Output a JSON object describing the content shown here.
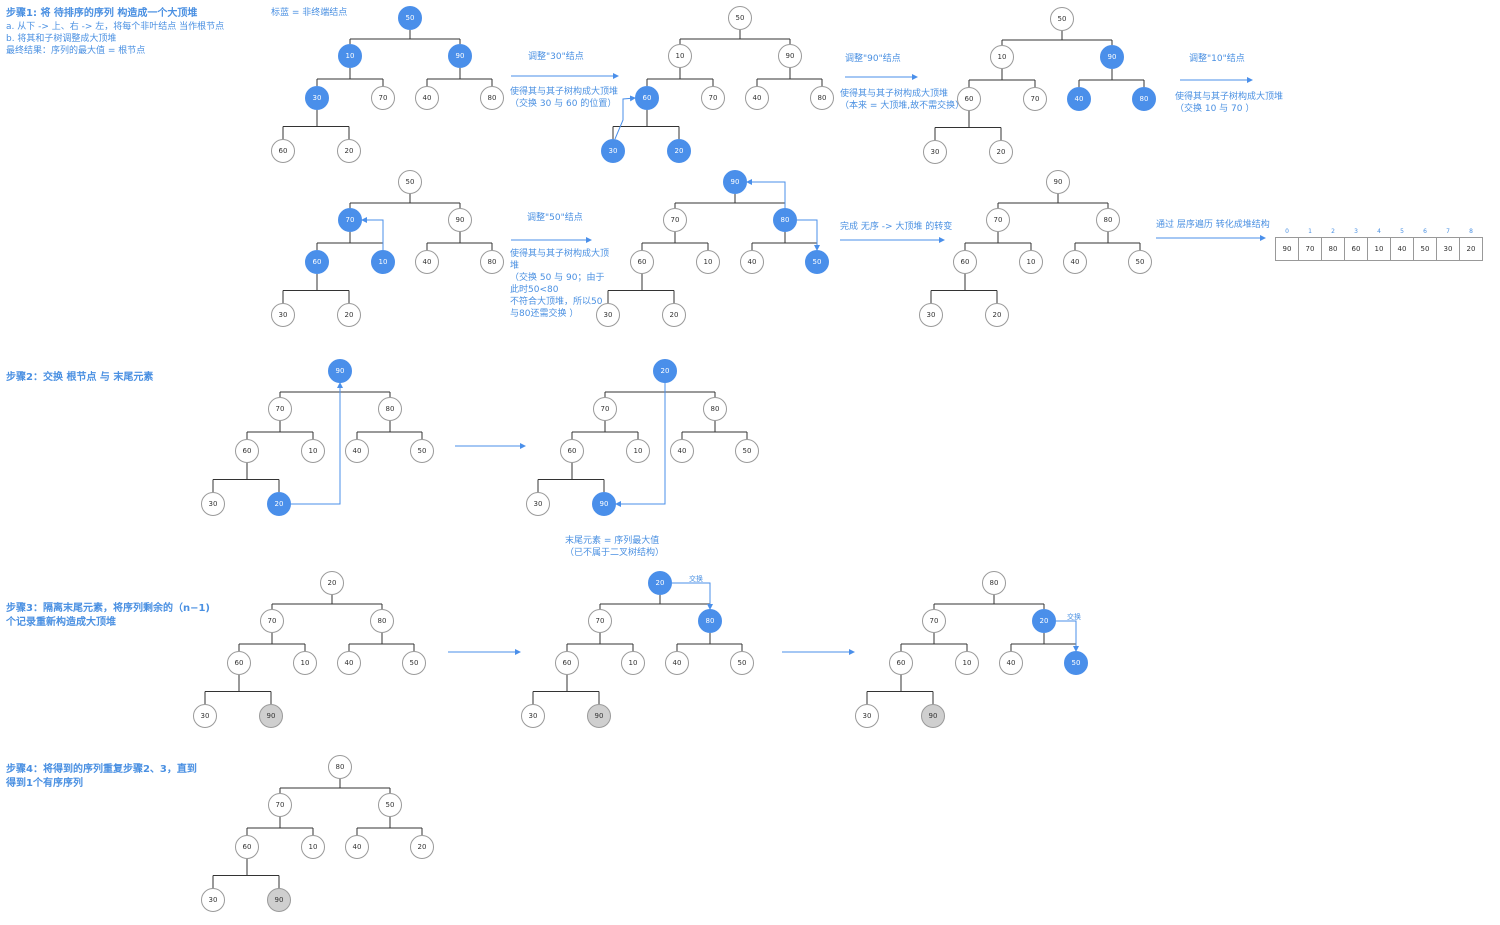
{
  "steps": {
    "s1_title": "步骤1: 将 待排序的序列 构造成一个大顶堆",
    "s1_a": "a. 从下 -> 上、右 -> 左，将每个非叶结点 当作根节点",
    "s1_b": "b. 将其和子树调整成大顶堆",
    "s1_result": "最终结果：序列的最大值 = 根节点",
    "s2_title": "步骤2：交换 根节点 与 末尾元素",
    "s3_title_1": "步骤3：隔离末尾元素，将序列剩余的（n−1)",
    "s3_title_2": "个记录重新构造成大顶堆",
    "s4_title_1": "步骤4：将得到的序列重复步骤2、3，直到",
    "s4_title_2": "得到1个有序序列"
  },
  "notes": {
    "legend": "标蓝 = 非终端结点",
    "adj30_title": "调整\"30\"结点",
    "adj30_d1": "使得其与其子树构成大顶堆",
    "adj30_d2": "（交换 30 与 60 的位置）",
    "adj90_title": "调整\"90\"结点",
    "adj90_d1": "使得其与其子树构成大顶堆",
    "adj90_d2": "（本来 = 大顶堆,故不需交换）",
    "adj10_title": "调整\"10\"结点",
    "adj10_d1": "使得其与其子树构成大顶堆",
    "adj10_d2": "（交换 10 与 70 ）",
    "adj50_title": "调整\"50\"结点",
    "adj50_d1": "使得其与其子树构成大顶",
    "adj50_d2": "堆",
    "adj50_d3": "（交换 50 与 90；由于",
    "adj50_d4": "此时50<80",
    "adj50_d5": "不符合大顶堆，所以50",
    "adj50_d6": "与80还需交换 ）",
    "done": "完成 无序 -> 大顶堆 的转变",
    "level_order": "通过 层序遍历 转化成堆结构",
    "tail_1": "末尾元素 = 序列最大值",
    "tail_2": "（已不属于二叉树结构）",
    "swap_a": "交换",
    "swap_b": "交换"
  },
  "array": {
    "indices": [
      "0",
      "1",
      "2",
      "3",
      "4",
      "5",
      "6",
      "7",
      "8"
    ],
    "values": [
      "90",
      "70",
      "80",
      "60",
      "10",
      "40",
      "50",
      "30",
      "20"
    ]
  },
  "colors": {
    "accent": "#4a8fea",
    "gray_node": "#cfcfcf",
    "line": "#333333"
  },
  "trees": [
    {
      "id": "t1",
      "v": [
        "50",
        "10",
        "90",
        "30",
        "70",
        "40",
        "80",
        "60",
        "20"
      ],
      "hl": [
        0,
        1,
        2,
        3
      ],
      "gray": []
    },
    {
      "id": "t2",
      "v": [
        "50",
        "10",
        "90",
        "60",
        "70",
        "40",
        "80",
        "30",
        "20"
      ],
      "hl": [
        3,
        7,
        8
      ],
      "gray": []
    },
    {
      "id": "t3",
      "v": [
        "50",
        "10",
        "90",
        "60",
        "70",
        "40",
        "80",
        "30",
        "20"
      ],
      "hl": [
        2,
        5,
        6
      ],
      "gray": []
    },
    {
      "id": "t4",
      "v": [
        "50",
        "70",
        "90",
        "60",
        "10",
        "40",
        "80",
        "30",
        "20"
      ],
      "hl": [
        1,
        3,
        4
      ],
      "gray": []
    },
    {
      "id": "t5",
      "v": [
        "90",
        "70",
        "80",
        "60",
        "10",
        "40",
        "50",
        "30",
        "20"
      ],
      "hl": [
        0,
        2,
        6
      ],
      "gray": []
    },
    {
      "id": "t6",
      "v": [
        "90",
        "70",
        "80",
        "60",
        "10",
        "40",
        "50",
        "30",
        "20"
      ],
      "hl": [],
      "gray": []
    },
    {
      "id": "t7",
      "v": [
        "90",
        "70",
        "80",
        "60",
        "10",
        "40",
        "50",
        "30",
        "20"
      ],
      "hl": [
        0,
        8
      ],
      "gray": []
    },
    {
      "id": "t8",
      "v": [
        "20",
        "70",
        "80",
        "60",
        "10",
        "40",
        "50",
        "30",
        "90"
      ],
      "hl": [
        0,
        8
      ],
      "gray": []
    },
    {
      "id": "t9",
      "v": [
        "20",
        "70",
        "80",
        "60",
        "10",
        "40",
        "50",
        "30",
        "90"
      ],
      "hl": [],
      "gray": [
        8
      ]
    },
    {
      "id": "t10",
      "v": [
        "20",
        "70",
        "80",
        "60",
        "10",
        "40",
        "50",
        "30",
        "90"
      ],
      "hl": [
        0,
        2
      ],
      "gray": [
        8
      ]
    },
    {
      "id": "t11",
      "v": [
        "80",
        "70",
        "20",
        "60",
        "10",
        "40",
        "50",
        "30",
        "90"
      ],
      "hl": [
        2,
        6
      ],
      "gray": [
        8
      ]
    },
    {
      "id": "t12",
      "v": [
        "80",
        "70",
        "50",
        "60",
        "10",
        "40",
        "20",
        "30",
        "90"
      ],
      "hl": [],
      "gray": [
        8
      ]
    }
  ]
}
